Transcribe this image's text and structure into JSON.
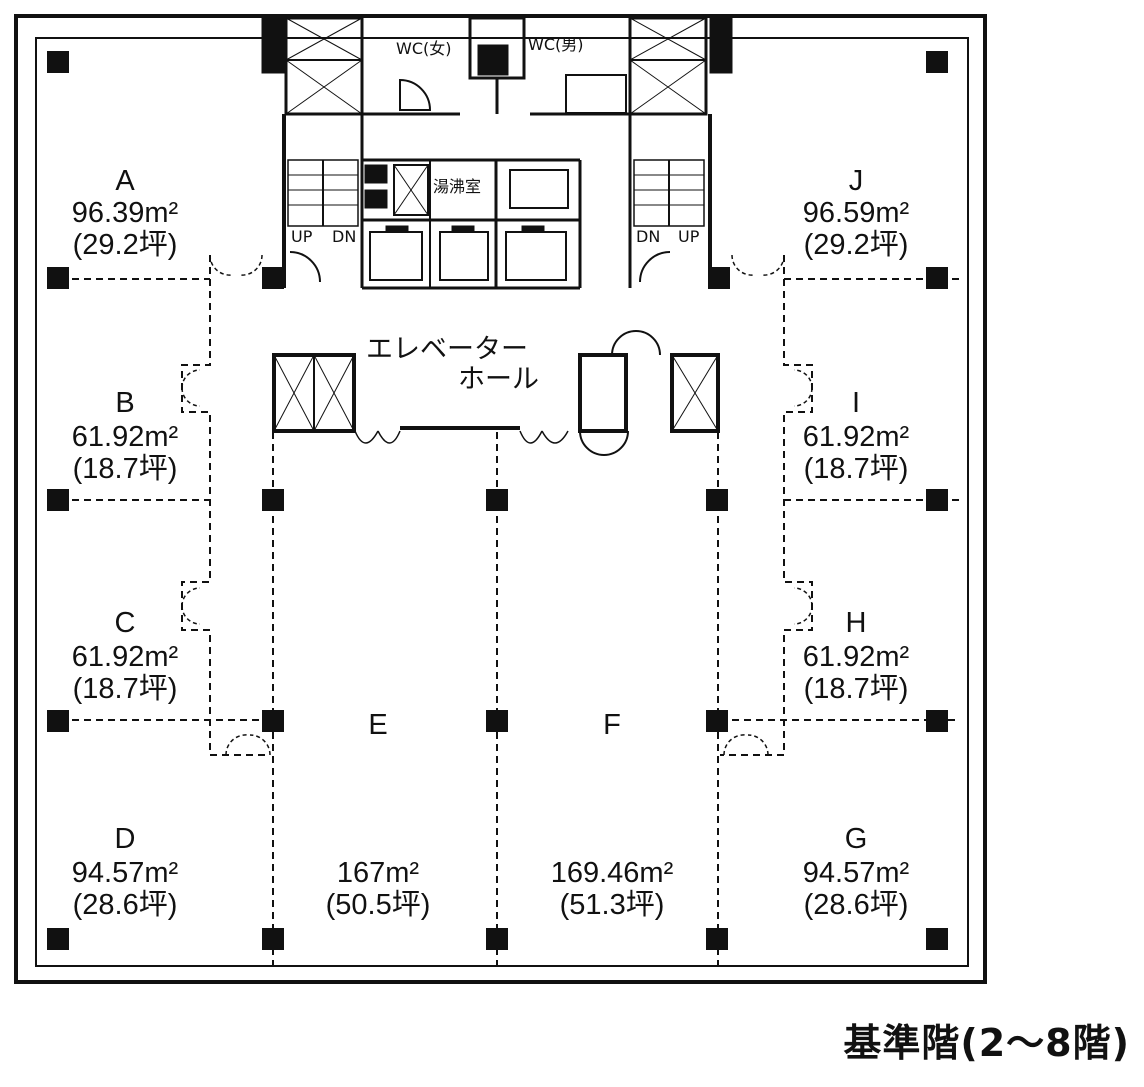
{
  "caption": "基準階(2〜8階)",
  "core": {
    "wc_female": "WC(女)",
    "wc_male": "WC(男)",
    "kitchen": "湯沸室",
    "stair_up": "UP",
    "stair_dn": "DN",
    "hall_line1": "エレベーター",
    "hall_line2": "ホール"
  },
  "units": [
    {
      "id": "A",
      "area": "96.39m²",
      "tsubo": "(29.2坪)"
    },
    {
      "id": "B",
      "area": "61.92m²",
      "tsubo": "(18.7坪)"
    },
    {
      "id": "C",
      "area": "61.92m²",
      "tsubo": "(18.7坪)"
    },
    {
      "id": "D",
      "area": "94.57m²",
      "tsubo": "(28.6坪)"
    },
    {
      "id": "E",
      "area": "167m²",
      "tsubo": "(50.5坪)"
    },
    {
      "id": "F",
      "area": "169.46m²",
      "tsubo": "(51.3坪)"
    },
    {
      "id": "G",
      "area": "94.57m²",
      "tsubo": "(28.6坪)"
    },
    {
      "id": "H",
      "area": "61.92m²",
      "tsubo": "(18.7坪)"
    },
    {
      "id": "I",
      "area": "61.92m²",
      "tsubo": "(18.7坪)"
    },
    {
      "id": "J",
      "area": "96.59m²",
      "tsubo": "(29.2坪)"
    }
  ]
}
